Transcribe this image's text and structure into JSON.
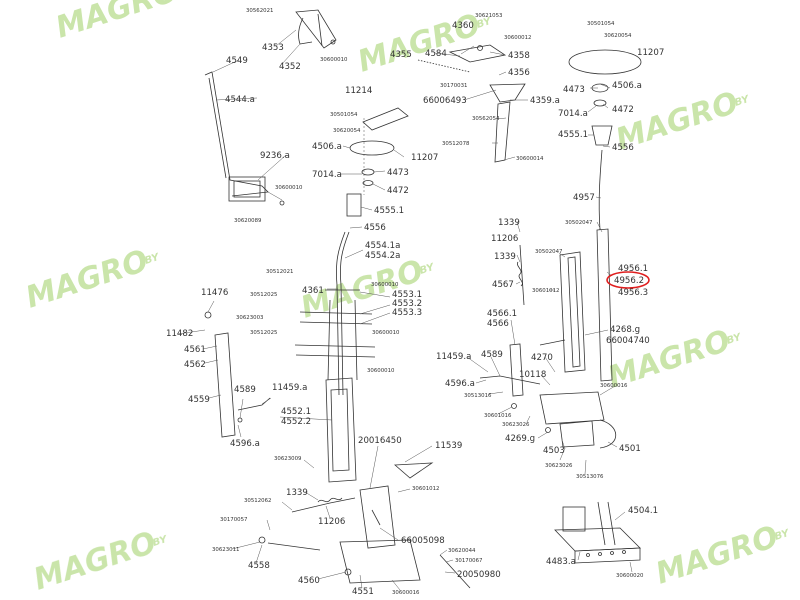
{
  "brand": {
    "watermark_text": "MAGRO",
    "watermark_suffix": ".BY",
    "watermark_color": "#b8dc8e"
  },
  "highlight": {
    "part": "4956.2",
    "ring_color": "#e01e1e"
  },
  "labels": [
    {
      "id": "l1",
      "text": "30562021",
      "size": "small"
    },
    {
      "id": "l2",
      "text": "4353",
      "size": "big"
    },
    {
      "id": "l3",
      "text": "4352",
      "size": "big"
    },
    {
      "id": "l4",
      "text": "30600010",
      "size": "small"
    },
    {
      "id": "l5",
      "text": "4360",
      "size": "big"
    },
    {
      "id": "l6",
      "text": "30621053",
      "size": "small"
    },
    {
      "id": "l7",
      "text": "30600012",
      "size": "small"
    },
    {
      "id": "l8",
      "text": "4584",
      "size": "big"
    },
    {
      "id": "l9",
      "text": "4358",
      "size": "big"
    },
    {
      "id": "l10",
      "text": "4355",
      "size": "big"
    },
    {
      "id": "l11",
      "text": "4356",
      "size": "big"
    },
    {
      "id": "l12",
      "text": "30170031",
      "size": "small"
    },
    {
      "id": "l13",
      "text": "66006493",
      "size": "big"
    },
    {
      "id": "l14",
      "text": "4359.a",
      "size": "big"
    },
    {
      "id": "l15",
      "text": "30562054",
      "size": "small"
    },
    {
      "id": "l16",
      "text": "30512078",
      "size": "small"
    },
    {
      "id": "l17",
      "text": "30600014",
      "size": "small"
    },
    {
      "id": "l18",
      "text": "30501054",
      "size": "small"
    },
    {
      "id": "l19",
      "text": "30620054",
      "size": "small"
    },
    {
      "id": "l20",
      "text": "11207",
      "size": "big"
    },
    {
      "id": "l21",
      "text": "4473",
      "size": "big"
    },
    {
      "id": "l22",
      "text": "4506.a",
      "size": "big"
    },
    {
      "id": "l23",
      "text": "4472",
      "size": "big"
    },
    {
      "id": "l24",
      "text": "7014.a",
      "size": "big"
    },
    {
      "id": "l25",
      "text": "4555.1",
      "size": "big"
    },
    {
      "id": "l26",
      "text": "4556",
      "size": "big"
    },
    {
      "id": "l27",
      "text": "4957",
      "size": "big"
    },
    {
      "id": "l28",
      "text": "4549",
      "size": "big"
    },
    {
      "id": "l29",
      "text": "4544.a",
      "size": "big"
    },
    {
      "id": "l30",
      "text": "11214",
      "size": "big"
    },
    {
      "id": "l31",
      "text": "30501054",
      "size": "small"
    },
    {
      "id": "l32",
      "text": "30620054",
      "size": "small"
    },
    {
      "id": "l33",
      "text": "4506.a",
      "size": "big"
    },
    {
      "id": "l34",
      "text": "11207",
      "size": "big"
    },
    {
      "id": "l35",
      "text": "4473",
      "size": "big"
    },
    {
      "id": "l36",
      "text": "7014.a",
      "size": "big"
    },
    {
      "id": "l37",
      "text": "4472",
      "size": "big"
    },
    {
      "id": "l38",
      "text": "9236.a",
      "size": "big"
    },
    {
      "id": "l39",
      "text": "30600010",
      "size": "small"
    },
    {
      "id": "l40",
      "text": "30620089",
      "size": "small"
    },
    {
      "id": "l41",
      "text": "4555.1",
      "size": "big"
    },
    {
      "id": "l42",
      "text": "4556",
      "size": "big"
    },
    {
      "id": "l43",
      "text": "4554.1a",
      "size": "big"
    },
    {
      "id": "l44",
      "text": "4554.2a",
      "size": "big"
    },
    {
      "id": "l45",
      "text": "30512021",
      "size": "small"
    },
    {
      "id": "l46",
      "text": "4361",
      "size": "big"
    },
    {
      "id": "l47",
      "text": "30600010",
      "size": "small"
    },
    {
      "id": "l48",
      "text": "30512025",
      "size": "small"
    },
    {
      "id": "l49",
      "text": "4553.1",
      "size": "big"
    },
    {
      "id": "l50",
      "text": "4553.2",
      "size": "big"
    },
    {
      "id": "l51",
      "text": "4553.3",
      "size": "big"
    },
    {
      "id": "l52",
      "text": "30512025",
      "size": "small"
    },
    {
      "id": "l53",
      "text": "30600010",
      "size": "small"
    },
    {
      "id": "l54",
      "text": "30600010",
      "size": "small"
    },
    {
      "id": "l55",
      "text": "11476",
      "size": "big"
    },
    {
      "id": "l56",
      "text": "30623003",
      "size": "small"
    },
    {
      "id": "l57",
      "text": "11482",
      "size": "big"
    },
    {
      "id": "l58",
      "text": "4561",
      "size": "big"
    },
    {
      "id": "l59",
      "text": "4562",
      "size": "big"
    },
    {
      "id": "l60",
      "text": "4559",
      "size": "big"
    },
    {
      "id": "l61",
      "text": "4589",
      "size": "big"
    },
    {
      "id": "l62",
      "text": "11459.a",
      "size": "big"
    },
    {
      "id": "l63",
      "text": "4552.1",
      "size": "big"
    },
    {
      "id": "l64",
      "text": "4552.2",
      "size": "big"
    },
    {
      "id": "l65",
      "text": "4596.a",
      "size": "big"
    },
    {
      "id": "l66",
      "text": "1339",
      "size": "big"
    },
    {
      "id": "l67",
      "text": "11206",
      "size": "big"
    },
    {
      "id": "l68",
      "text": "30502047",
      "size": "small"
    },
    {
      "id": "l69",
      "text": "1339",
      "size": "big"
    },
    {
      "id": "l70",
      "text": "30502047",
      "size": "small"
    },
    {
      "id": "l71",
      "text": "4956.1",
      "size": "big"
    },
    {
      "id": "l72",
      "text": "4956.2",
      "size": "big"
    },
    {
      "id": "l73",
      "text": "4956.3",
      "size": "big"
    },
    {
      "id": "l74",
      "text": "4567",
      "size": "big"
    },
    {
      "id": "l75",
      "text": "30601012",
      "size": "small"
    },
    {
      "id": "l76",
      "text": "4566.1",
      "size": "big"
    },
    {
      "id": "l77",
      "text": "4566",
      "size": "big"
    },
    {
      "id": "l78",
      "text": "4268.g",
      "size": "big"
    },
    {
      "id": "l79",
      "text": "66004740",
      "size": "big"
    },
    {
      "id": "l80",
      "text": "11459.a",
      "size": "big"
    },
    {
      "id": "l81",
      "text": "4589",
      "size": "big"
    },
    {
      "id": "l82",
      "text": "4270",
      "size": "big"
    },
    {
      "id": "l83",
      "text": "4596.a",
      "size": "big"
    },
    {
      "id": "l84",
      "text": "10118",
      "size": "big"
    },
    {
      "id": "l85",
      "text": "30513016",
      "size": "small"
    },
    {
      "id": "l86",
      "text": "30600016",
      "size": "small"
    },
    {
      "id": "l87",
      "text": "30601016",
      "size": "small"
    },
    {
      "id": "l88",
      "text": "30623026",
      "size": "small"
    },
    {
      "id": "l89",
      "text": "4269.g",
      "size": "big"
    },
    {
      "id": "l90",
      "text": "4503",
      "size": "big"
    },
    {
      "id": "l91",
      "text": "4501",
      "size": "big"
    },
    {
      "id": "l92",
      "text": "30623026",
      "size": "small"
    },
    {
      "id": "l93",
      "text": "30513076",
      "size": "small"
    },
    {
      "id": "l94",
      "text": "20016450",
      "size": "big"
    },
    {
      "id": "l95",
      "text": "11539",
      "size": "big"
    },
    {
      "id": "l96",
      "text": "30623009",
      "size": "small"
    },
    {
      "id": "l97",
      "text": "1339",
      "size": "big"
    },
    {
      "id": "l98",
      "text": "30601012",
      "size": "small"
    },
    {
      "id": "l99",
      "text": "30512062",
      "size": "small"
    },
    {
      "id": "l100",
      "text": "11206",
      "size": "big"
    },
    {
      "id": "l101",
      "text": "30170057",
      "size": "small"
    },
    {
      "id": "l102",
      "text": "66005098",
      "size": "big"
    },
    {
      "id": "l103",
      "text": "30623011",
      "size": "small"
    },
    {
      "id": "l104",
      "text": "4558",
      "size": "big"
    },
    {
      "id": "l105",
      "text": "30620044",
      "size": "small"
    },
    {
      "id": "l106",
      "text": "30170067",
      "size": "small"
    },
    {
      "id": "l107",
      "text": "20050980",
      "size": "big"
    },
    {
      "id": "l108",
      "text": "4560",
      "size": "big"
    },
    {
      "id": "l109",
      "text": "4551",
      "size": "big"
    },
    {
      "id": "l110",
      "text": "30600016",
      "size": "small"
    },
    {
      "id": "l111",
      "text": "4504.1",
      "size": "big"
    },
    {
      "id": "l112",
      "text": "4483.a",
      "size": "big"
    },
    {
      "id": "l113",
      "text": "30600020",
      "size": "small"
    }
  ]
}
